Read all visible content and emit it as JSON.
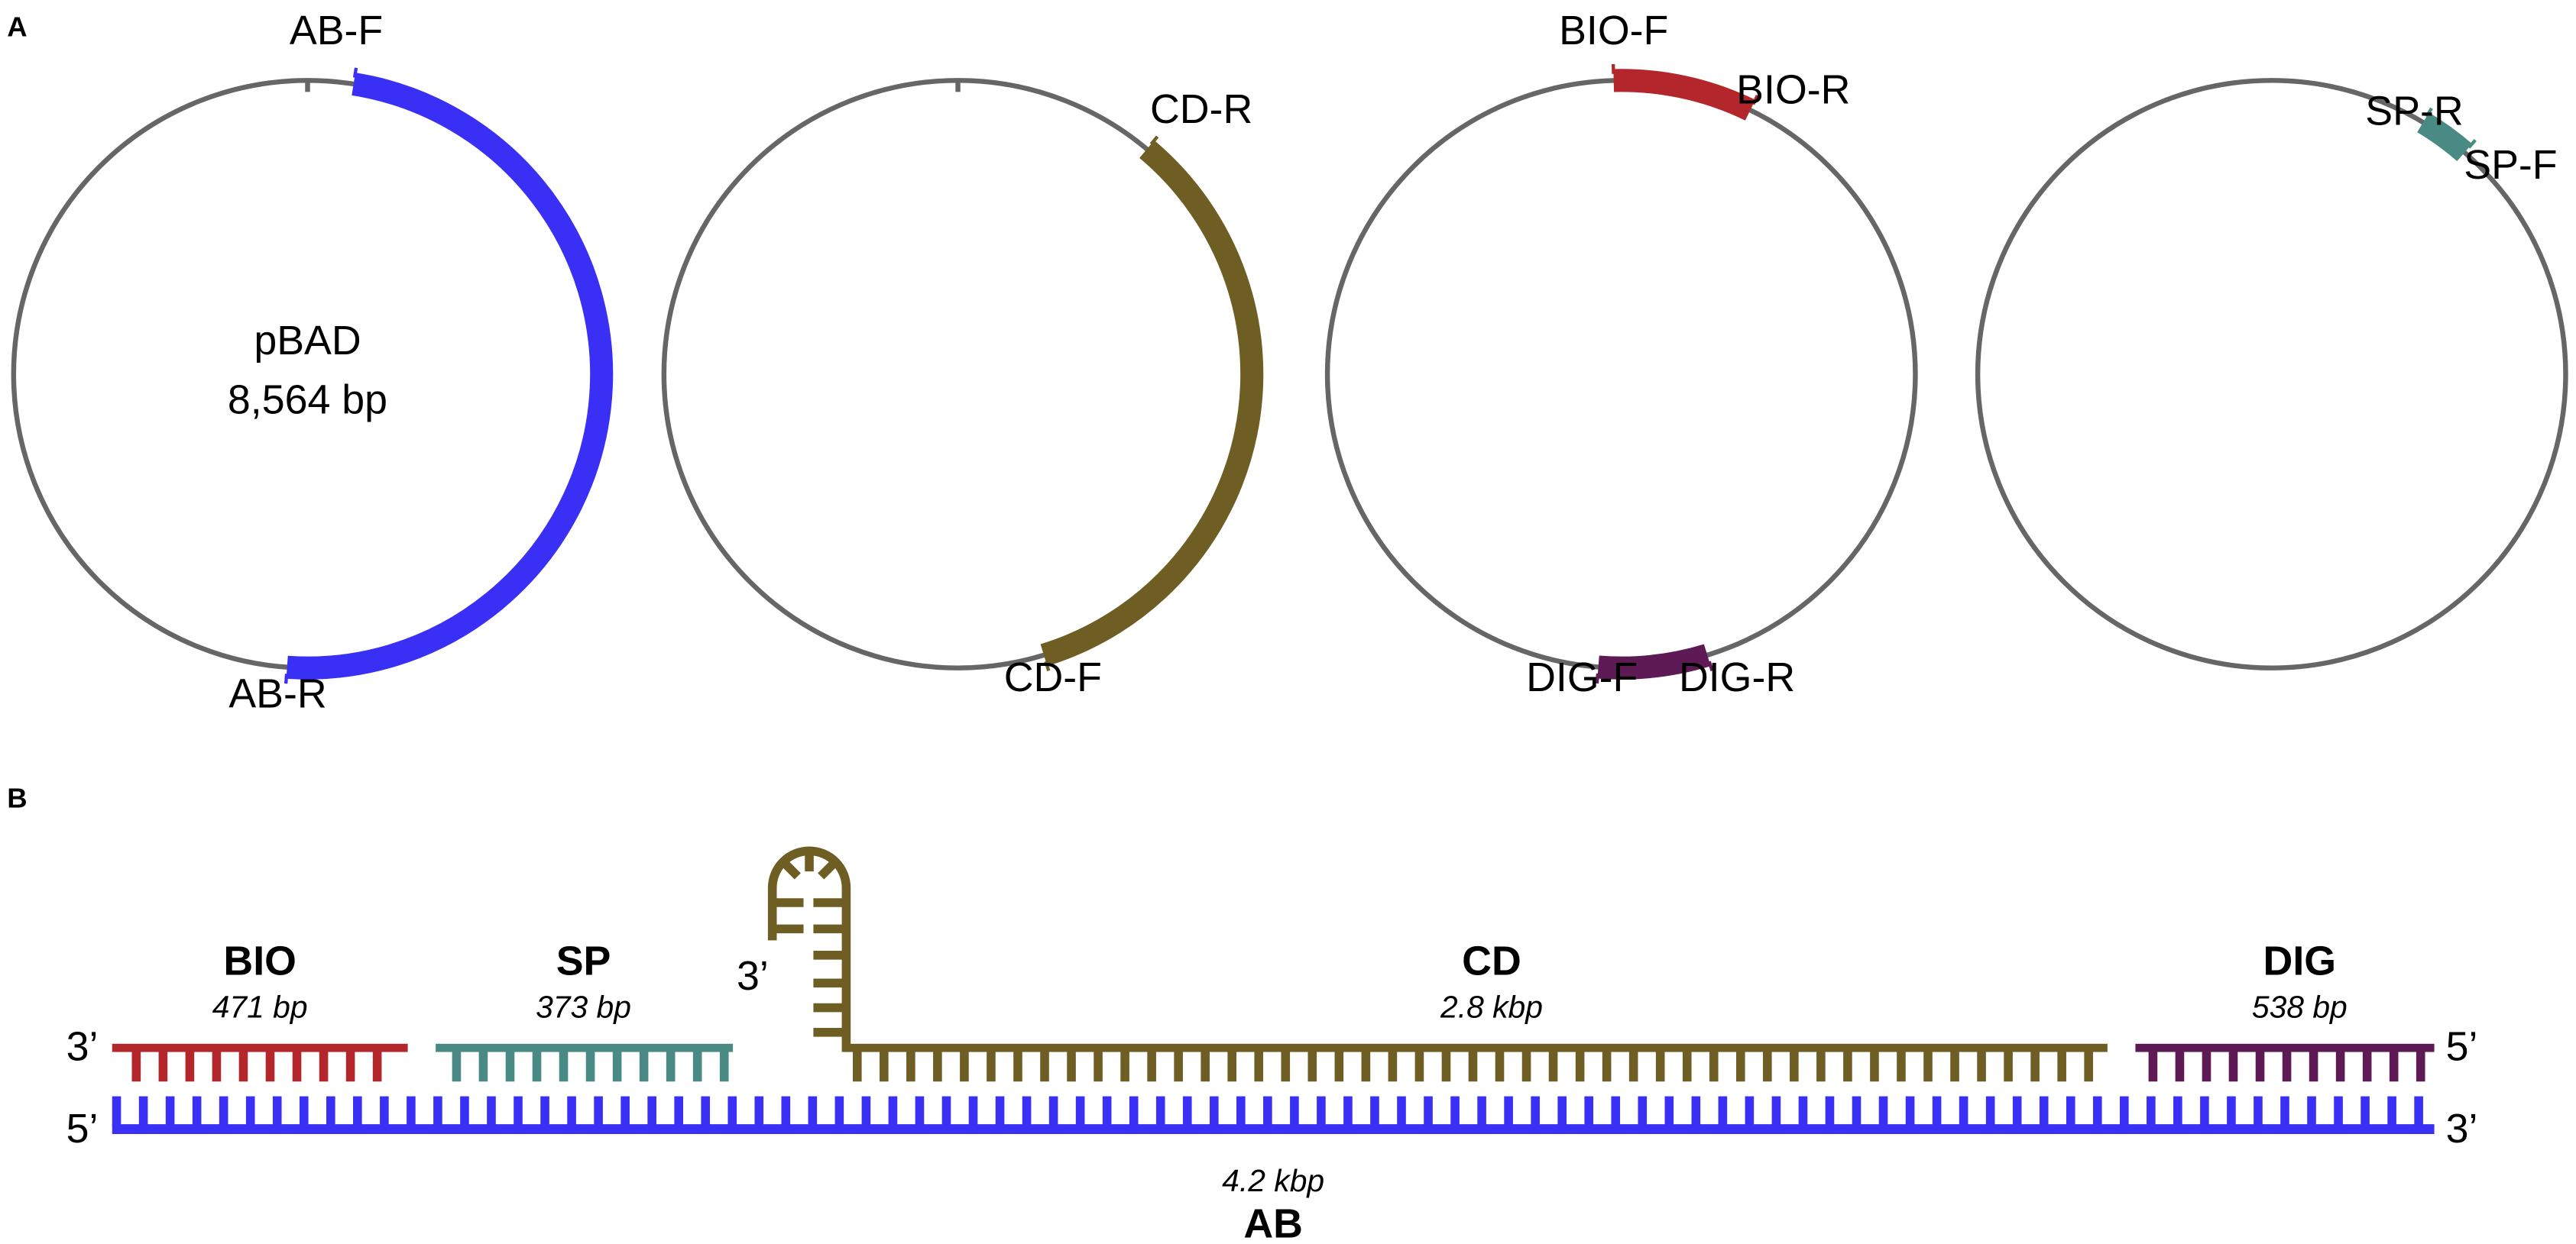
{
  "panels": {
    "a": "A",
    "b": "B"
  },
  "plasmid": {
    "name": "pBAD",
    "size": "8,564 bp"
  },
  "colors": {
    "backbone": "#666666",
    "AB": "#3a30f5",
    "CD": "#6e5e23",
    "BIO": "#b3262b",
    "DIG": "#5e1a55",
    "SP": "#4a8a84"
  },
  "primers": {
    "ab_f": "AB-F",
    "ab_r": "AB-R",
    "cd_r": "CD-R",
    "cd_f": "CD-F",
    "bio_f": "BIO-F",
    "bio_r": "BIO-R",
    "dig_f": "DIG-F",
    "dig_r": "DIG-R",
    "sp_r": "SP-R",
    "sp_f": "SP-F"
  },
  "fragments": {
    "bio": {
      "label": "BIO",
      "size": "471 bp"
    },
    "sp": {
      "label": "SP",
      "size": "373 bp"
    },
    "cd": {
      "label": "CD",
      "size": "2.8 kbp"
    },
    "dig": {
      "label": "DIG",
      "size": "538 bp"
    },
    "ab": {
      "label": "AB",
      "size": "4.2 kbp"
    }
  },
  "ends": {
    "top_left": "3’",
    "top_right": "5’",
    "bottom_left": "5’",
    "bottom_right": "3’",
    "hairpin": "3’"
  }
}
